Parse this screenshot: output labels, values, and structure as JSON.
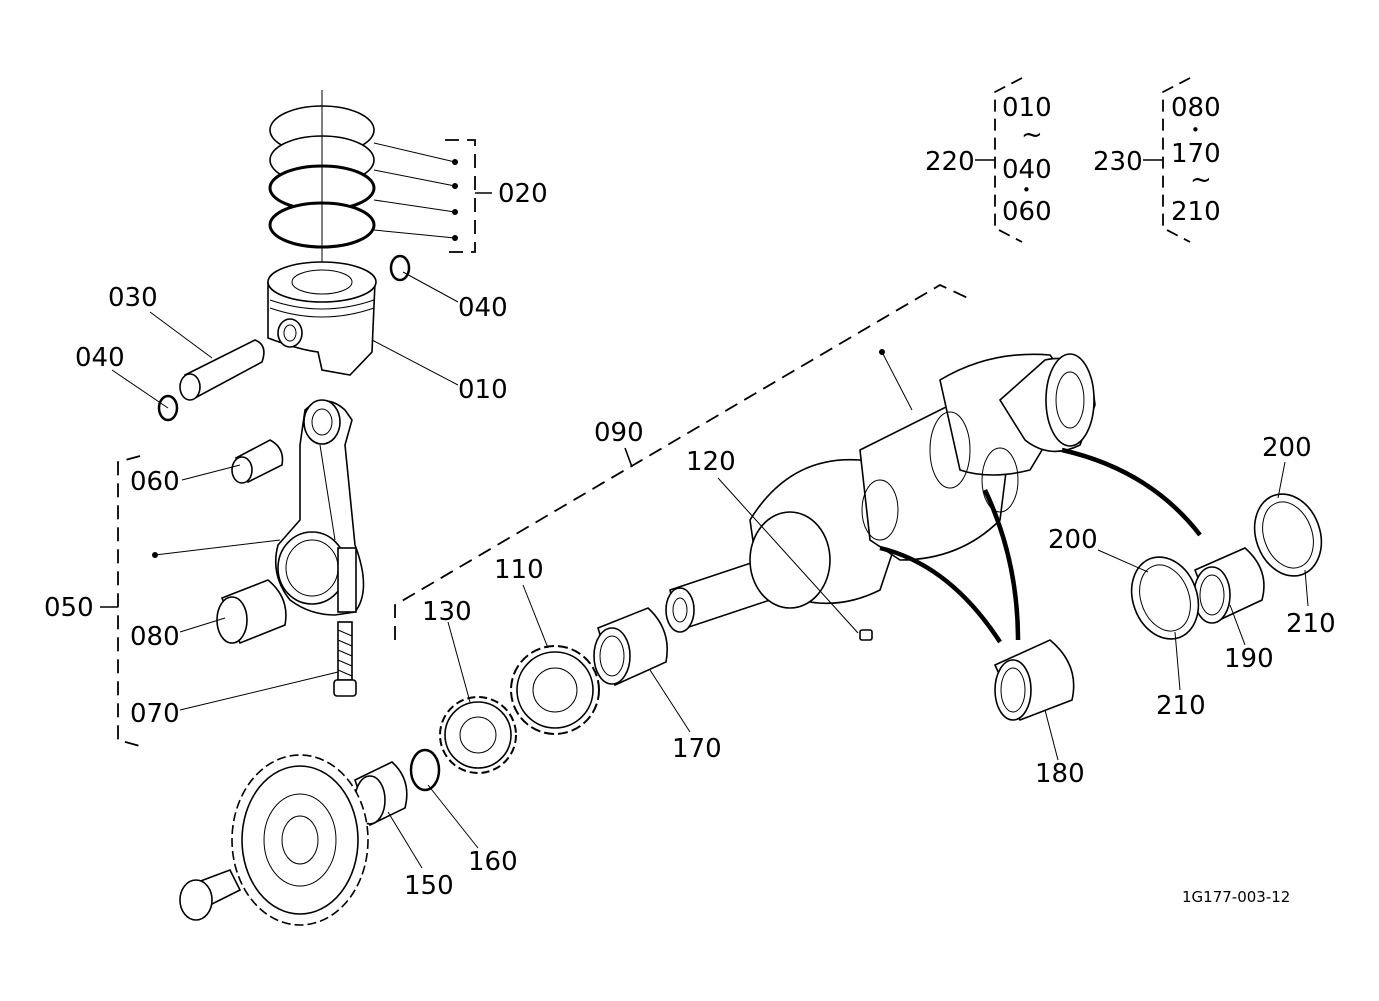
{
  "labels": {
    "l010": "010",
    "l020": "020",
    "l030": "030",
    "l040a": "040",
    "l040b": "040",
    "l050": "050",
    "l060": "060",
    "l070": "070",
    "l080": "080",
    "l090": "090",
    "l110": "110",
    "l120": "120",
    "l130": "130",
    "l150": "150",
    "l160": "160",
    "l170": "170",
    "l180": "180",
    "l190": "190",
    "l200a": "200",
    "l200b": "200",
    "l210a": "210",
    "l210b": "210"
  },
  "legend": {
    "g220": {
      "code": "220",
      "items": [
        "010",
        "040",
        "060"
      ],
      "separators": [
        "~",
        "•"
      ]
    },
    "g230": {
      "code": "230",
      "items": [
        "080",
        "170",
        "210"
      ],
      "separators": [
        "•",
        "~"
      ]
    }
  },
  "drawing_id": "1G177-003-12"
}
